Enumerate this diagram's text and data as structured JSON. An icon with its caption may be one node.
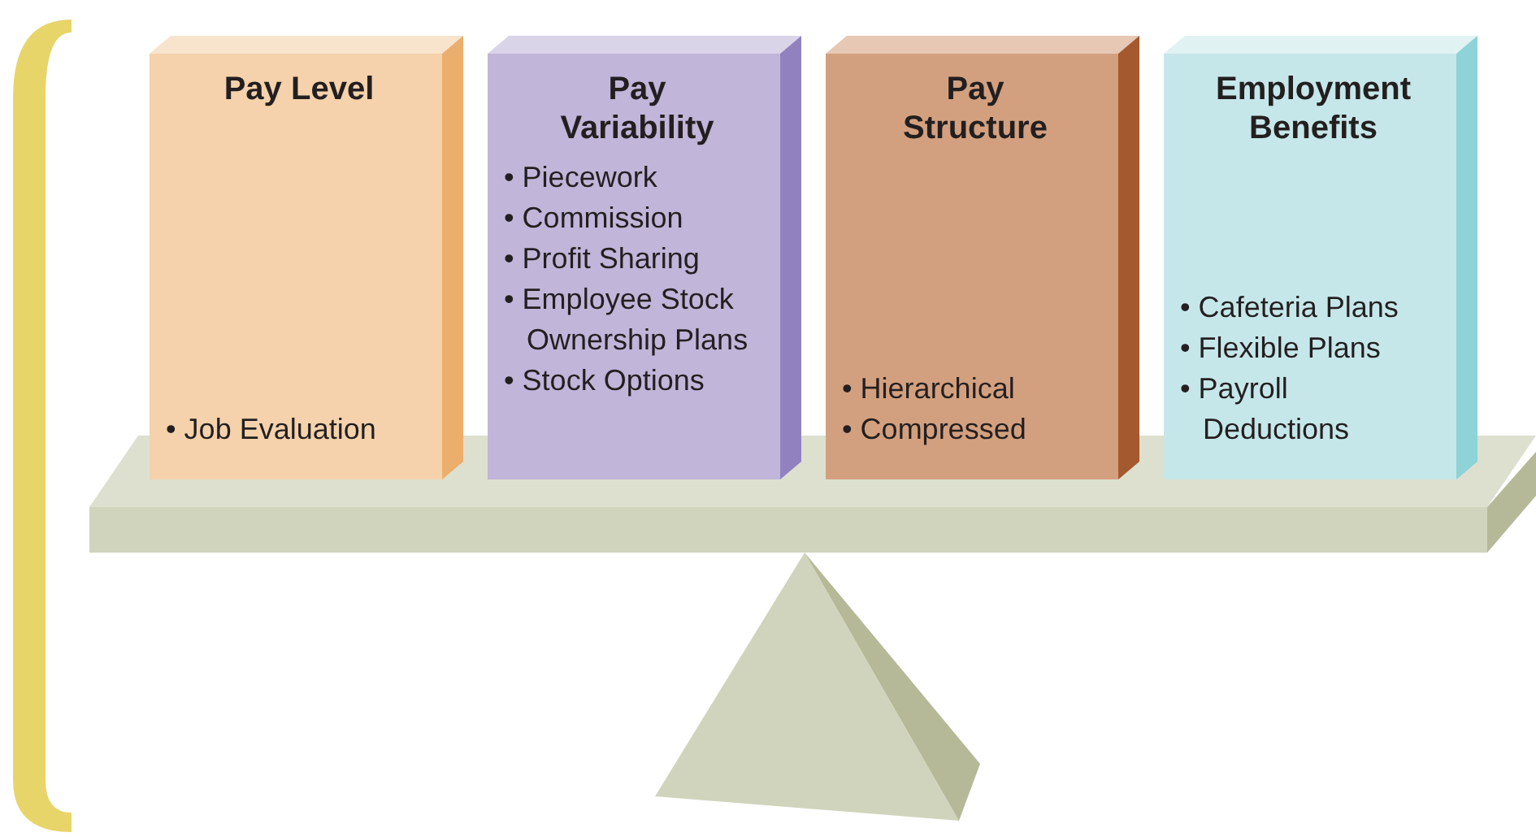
{
  "diagram": {
    "nodes": [
      {
        "text": [
          "Pay Level",
          "• Job Evaluation"
        ]
      },
      {
        "text": [
          "Pay Variability",
          "• Piecework",
          "• Commission",
          "• Profit Sharing",
          "• Employee Stock Ownership Plans",
          "• Stock Options"
        ]
      },
      {
        "text": [
          "Pay Structure",
          "• Hierarchical",
          "• Compressed"
        ]
      },
      {
        "text": [
          "Employment Benefits",
          "• Cafeteria Plans",
          "• Flexible Plans",
          "• Payroll Deductions"
        ]
      }
    ]
  }
}
